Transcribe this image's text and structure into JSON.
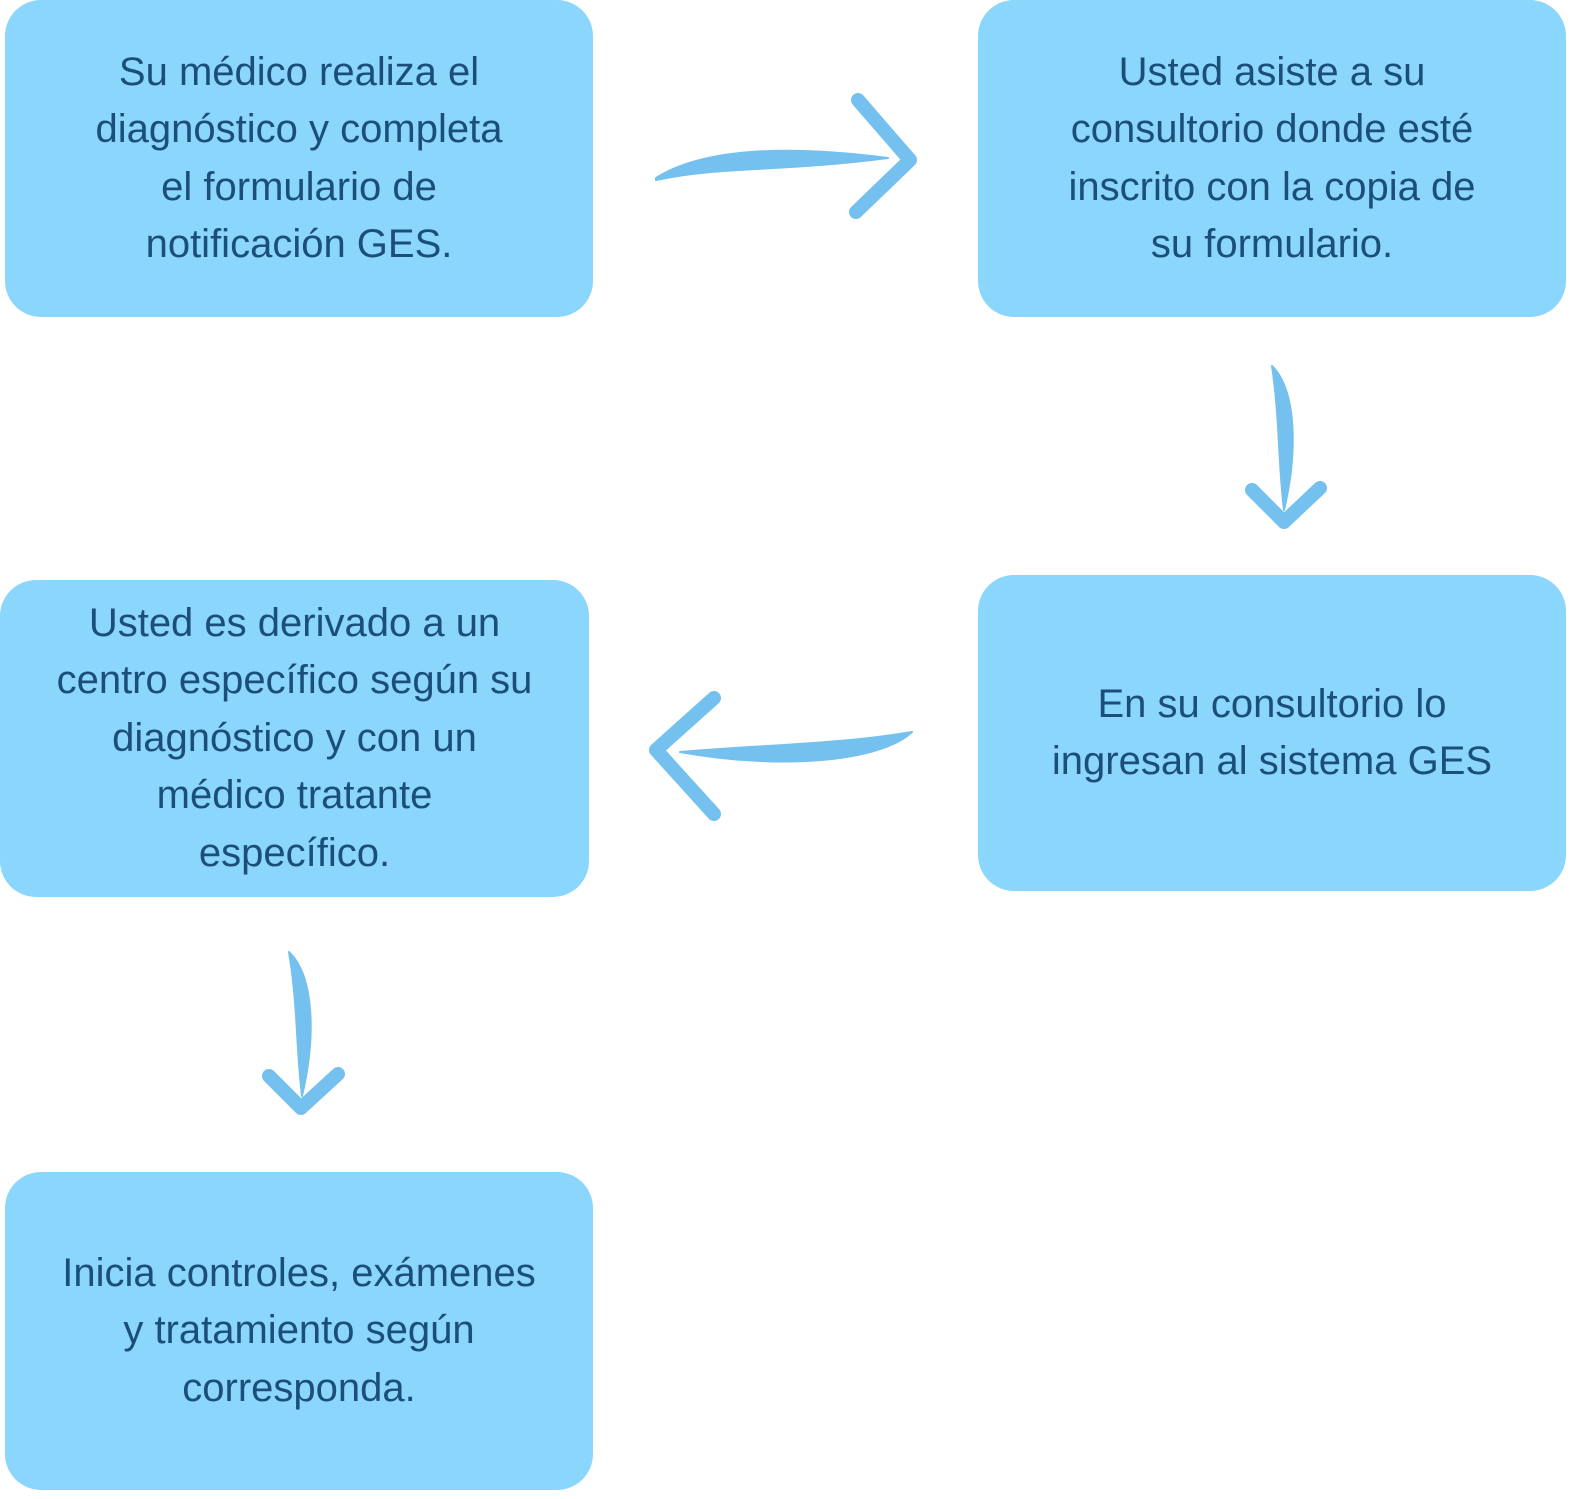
{
  "steps": [
    {
      "text": "Su médico realiza el\ndiagnóstico y completa\nel formulario de\nnotificación GES."
    },
    {
      "text": "Usted asiste a su\nconsultorio donde esté\ninscrito con la copia de\nsu formulario."
    },
    {
      "text": "En su consultorio lo\ningresan al sistema GES"
    },
    {
      "text": "Usted es derivado a un\ncentro específico según su\ndiagnóstico y con un\nmédico tratante\nespecífico."
    },
    {
      "text": "Inicia controles, exámenes\ny tratamiento según\ncorresponda."
    }
  ],
  "colors": {
    "box": "#8bd6fd",
    "text": "#1b4e79",
    "arrow": "#74c0ee"
  }
}
